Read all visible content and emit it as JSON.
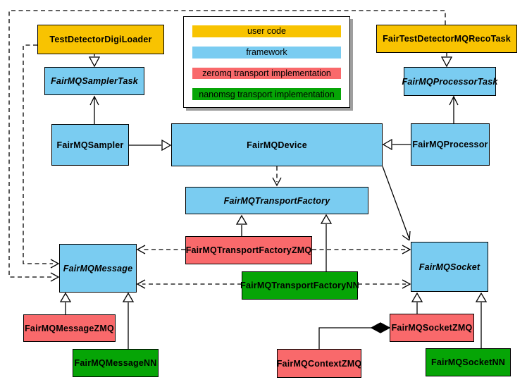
{
  "colors": {
    "user_code": "#F8C301",
    "framework": "#7ACCF1",
    "zeromq": "#F9696B",
    "nanomsg": "#06A506",
    "line": "#000000",
    "legend_shadow": "#9E9E9E"
  },
  "legend": {
    "items": [
      {
        "label": "user code",
        "color_key": "user_code"
      },
      {
        "label": "framework",
        "color_key": "framework"
      },
      {
        "label": "zeromq transport implementation",
        "color_key": "zeromq"
      },
      {
        "label": "nanomsg transport implementation",
        "color_key": "nanomsg"
      }
    ]
  },
  "nodes": {
    "digiloader": {
      "label": "TestDetectorDigiLoader",
      "category": "user code"
    },
    "recotask": {
      "label": "FairTestDetectorMQRecoTask",
      "category": "user code"
    },
    "samplertask": {
      "label": "FairMQSamplerTask",
      "category": "framework",
      "abstract": "true"
    },
    "processortask": {
      "label": "FairMQProcessorTask",
      "category": "framework",
      "abstract": "true"
    },
    "sampler": {
      "label": "FairMQSampler",
      "category": "framework"
    },
    "device": {
      "label": "FairMQDevice",
      "category": "framework"
    },
    "processor": {
      "label": "FairMQProcessor",
      "category": "framework"
    },
    "transportfactory": {
      "label": "FairMQTransportFactory",
      "category": "framework",
      "abstract": "true"
    },
    "factoryzmq": {
      "label": "FairMQTransportFactoryZMQ",
      "category": "zeromq transport implementation"
    },
    "factorynn": {
      "label": "FairMQTransportFactoryNN",
      "category": "nanomsg transport implementation"
    },
    "message": {
      "label": "FairMQMessage",
      "category": "framework",
      "abstract": "true"
    },
    "socket": {
      "label": "FairMQSocket",
      "category": "framework",
      "abstract": "true"
    },
    "messagezmq": {
      "label": "FairMQMessageZMQ",
      "category": "zeromq transport implementation"
    },
    "messagenn": {
      "label": "FairMQMessageNN",
      "category": "nanomsg transport implementation"
    },
    "socketzmq": {
      "label": "FairMQSocketZMQ",
      "category": "zeromq transport implementation"
    },
    "socketnn": {
      "label": "FairMQSocketNN",
      "category": "nanomsg transport implementation"
    },
    "contextzmq": {
      "label": "FairMQContextZMQ",
      "category": "zeromq transport implementation"
    }
  }
}
